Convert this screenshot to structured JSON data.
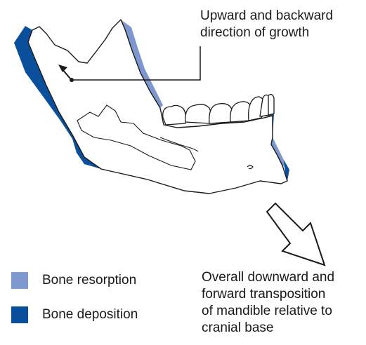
{
  "annotations": {
    "growth_direction": "Upward and backward\ndirection of growth",
    "transposition": "Overall downward and\nforward transposition\nof mandible relative to\ncranial base"
  },
  "legend": {
    "items": [
      {
        "label": "Bone resorption",
        "color": "#7f97cf"
      },
      {
        "label": "Bone deposition",
        "color": "#0a4f9c"
      }
    ]
  },
  "colors": {
    "outline": "#1a1a1a",
    "bone_fill": "#ffffff"
  }
}
